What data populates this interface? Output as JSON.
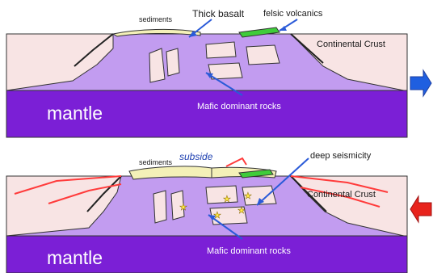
{
  "top_panel": {
    "labels": {
      "sediments": "sediments",
      "thick_basalt": "Thick basalt",
      "felsic_volcanics": "felsic volcanics",
      "continental_crust": "Continental Crust",
      "mantle": "mantle",
      "mafic_rocks": "Mafic dominant rocks"
    },
    "arrow": {
      "direction": "right",
      "color": "#1f5fe0"
    }
  },
  "bottom_panel": {
    "labels": {
      "sediments": "sediments",
      "subside": "subside",
      "deep_seismicity": "deep seismicity",
      "continental_crust": "Continental Crust",
      "mantle": "mantle",
      "mafic_rocks": "Mafic dominant rocks"
    },
    "arrow": {
      "direction": "left",
      "color": "#e8231c"
    }
  },
  "colors": {
    "crust": "#f8e4e4",
    "mantle": "#7b1fd6",
    "mafic": "#c29cf0",
    "sediments": "#f4f0b8",
    "felsic": "#3fcc3a",
    "fault": "#ff3b3b",
    "pointer": "#2a5ad8",
    "star": "#ffe94a"
  }
}
